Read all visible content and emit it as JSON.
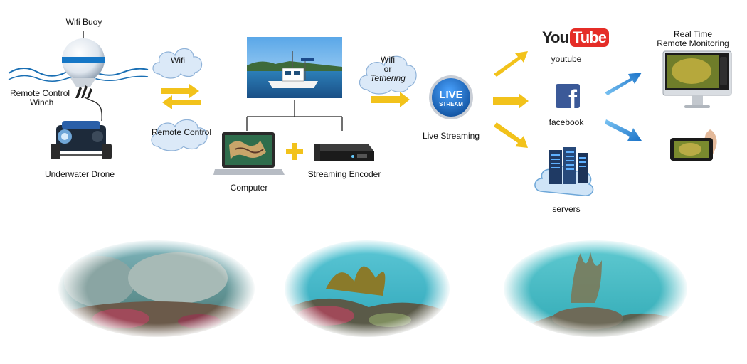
{
  "labels": {
    "wifi_buoy": "Wifi Buoy",
    "remote_control_winch_line1": "Remote Control",
    "remote_control_winch_line2": "Winch",
    "underwater_drone": "Underwater Drone",
    "wifi": "Wifi",
    "remote_control": "Remote Control",
    "computer": "Computer",
    "streaming_encoder": "Streaming Encoder",
    "wifi_or_line1": "Wifi",
    "wifi_or_line2": "or",
    "tethering": "Tethering",
    "live_badge_line1": "LIVE",
    "live_badge_line2": "STREAM",
    "live_streaming": "Live Streaming",
    "youtube_logo_you": "You",
    "youtube_logo_tube": "Tube",
    "youtube": "youtube",
    "facebook_logo": "f",
    "facebook": "facebook",
    "servers": "servers",
    "real_time_line1": "Real Time",
    "real_time_line2": "Remote Monitoring"
  },
  "colors": {
    "arrow_yellow": "#f2c21b",
    "arrow_blue": "#2e86d6",
    "cloud_fill": "#dbe9f8",
    "cloud_stroke": "#8fb2d8",
    "youtube_red": "#e52d27",
    "facebook_blue": "#3b5998",
    "live_blue": "#1d6fc9",
    "water_blue": "#2fa7c9"
  },
  "icons": {
    "buoy": "buoy-icon",
    "drone": "underwater-drone-icon",
    "boat_photo": "boat-photo",
    "laptop": "laptop-icon",
    "encoder": "encoder-icon",
    "live": "live-stream-icon",
    "youtube": "youtube-icon",
    "facebook": "facebook-icon",
    "servers": "server-cloud-icon",
    "monitor": "imac-monitor-icon",
    "phone": "smartphone-icon"
  }
}
